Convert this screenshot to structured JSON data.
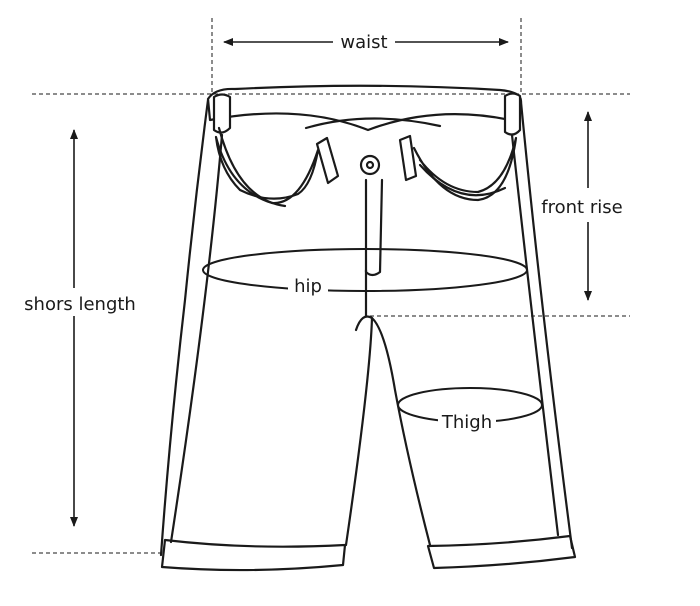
{
  "labels": {
    "waist": "waist",
    "front_rise": "front rise",
    "shorts_length": "shors length",
    "hip": "hip",
    "thigh": "Thigh"
  },
  "colors": {
    "line": "#1a1a1a",
    "background": "#ffffff"
  }
}
